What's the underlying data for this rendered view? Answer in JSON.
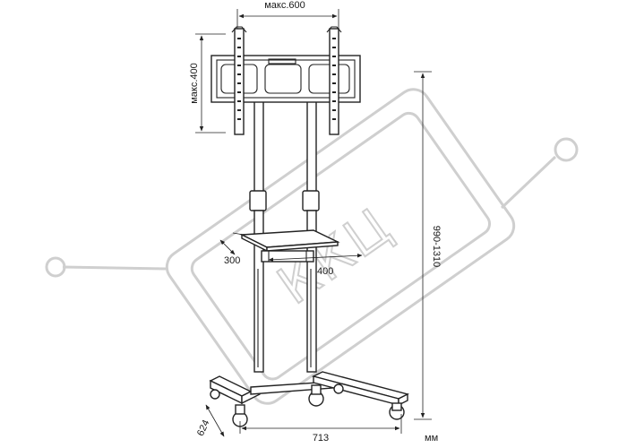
{
  "labels": {
    "bracket_width": "макс.600",
    "bracket_height": "макс.400",
    "shelf_depth": "300",
    "shelf_width": "400",
    "total_height": "990-1310",
    "base_depth": "624",
    "base_width": "713",
    "units": "мм"
  },
  "watermark": {
    "text": "ККЦ"
  }
}
